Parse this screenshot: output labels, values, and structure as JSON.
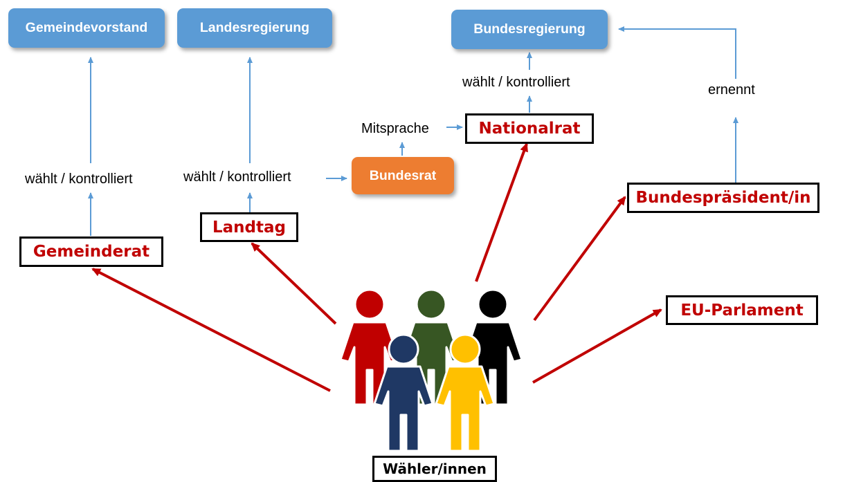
{
  "boxes": {
    "gemeindevorstand": "Gemeindevorstand",
    "landesregierung": "Landesregierung",
    "bundesregierung": "Bundesregierung",
    "bundesrat": "Bundesrat",
    "gemeinderat": "Gemeinderat",
    "landtag": "Landtag",
    "nationalrat": "Nationalrat",
    "bundespraesident": "Bundespräsident/in",
    "eu_parlament": "EU-Parlament",
    "waehler": "Wähler/innen"
  },
  "labels": {
    "gemeinde_waehlt": "wählt / kontrolliert",
    "land_waehlt": "wählt / kontrolliert",
    "bund_waehlt": "wählt / kontrolliert",
    "mitsprache": "Mitsprache",
    "ernennt": "ernennt"
  },
  "colors": {
    "blue_box": "#5b9bd5",
    "orange_box": "#ed7d31",
    "red_text": "#c00000",
    "red_arrow": "#c00000",
    "blue_arrow": "#5b9bd5",
    "figure_red": "#c00000",
    "figure_green": "#375623",
    "figure_black": "#000000",
    "figure_navy": "#1f3864",
    "figure_yellow": "#ffc000"
  },
  "icons": {
    "voters": "people-group-icon"
  }
}
